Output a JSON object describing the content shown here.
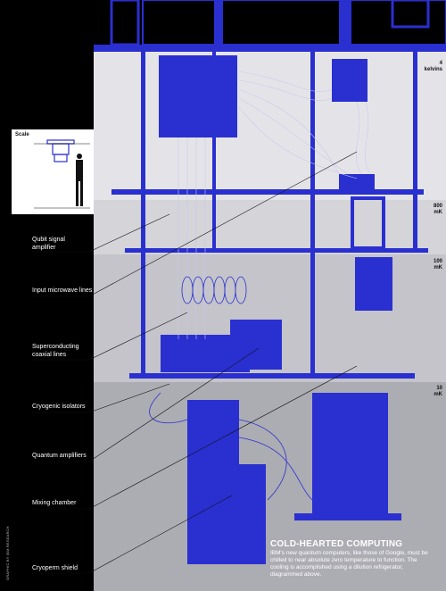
{
  "temperatures": {
    "t4k": "4\nkelvins",
    "t800mk": "800\nmK",
    "t100mk": "100\nmK",
    "t10mk": "10\nmK"
  },
  "scale": {
    "title": "Scale"
  },
  "labels": {
    "qubit_signal_amplifier": "Qubit signal\namplifier",
    "input_microwave_lines": "Input microwave lines",
    "superconducting_coaxial_lines": "Superconducting\ncoaxial lines",
    "cryogenic_isolators": "Cryogenic isolators",
    "quantum_amplifiers": "Quantum amplifiers",
    "mixing_chamber": "Mixing chamber",
    "cryoperm_shield": "Cryoperm shield"
  },
  "caption": {
    "title": "COLD-HEARTED COMPUTING",
    "body": "IBM's new quantum computers, like those of Google, must be chilled to near absolute zero temperature to function. The cooling is accomplished using a dilution refrigerator, diagrammed above."
  },
  "credit": "GRAPHIC BY IBM RESEARCH",
  "colors": {
    "hardware_blue": "#2a2fd0",
    "zone_4k": "#e4e4e8",
    "zone_800mk": "#d4d4d9",
    "zone_100mk": "#c4c4ca",
    "zone_10mk": "#acacb3",
    "background": "#000000"
  }
}
